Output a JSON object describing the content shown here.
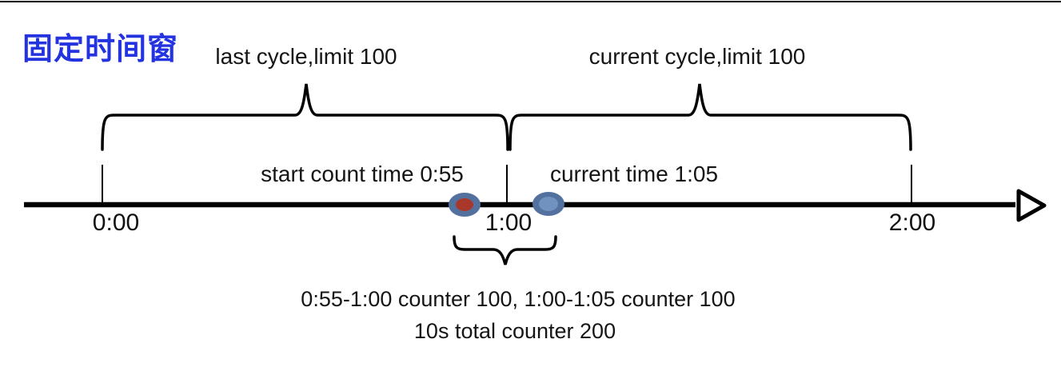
{
  "title": "固定时间窗",
  "colors": {
    "title": "#2433e0",
    "line": "#000000",
    "dot_ring": "#53719f",
    "dot_red": "#a8392a",
    "dot_blue": "#7191bf"
  },
  "annotations": {
    "last_cycle": "last cycle,limit 100",
    "current_cycle": "current cycle,limit 100",
    "start_count": "start count time 0:55",
    "current_time": "current time 1:05"
  },
  "timeline": {
    "arrow_icon": "right-open-triangle-arrow",
    "ticks": [
      {
        "label": "0:00"
      },
      {
        "label": "1:00"
      },
      {
        "label": "2:00"
      }
    ]
  },
  "markers": [
    {
      "name": "start-count-marker",
      "time": "0:55"
    },
    {
      "name": "current-time-marker",
      "time": "1:05"
    }
  ],
  "footer": {
    "line1": "0:55-1:00 counter 100, 1:00-1:05 counter 100",
    "line2": "10s total counter 200"
  }
}
